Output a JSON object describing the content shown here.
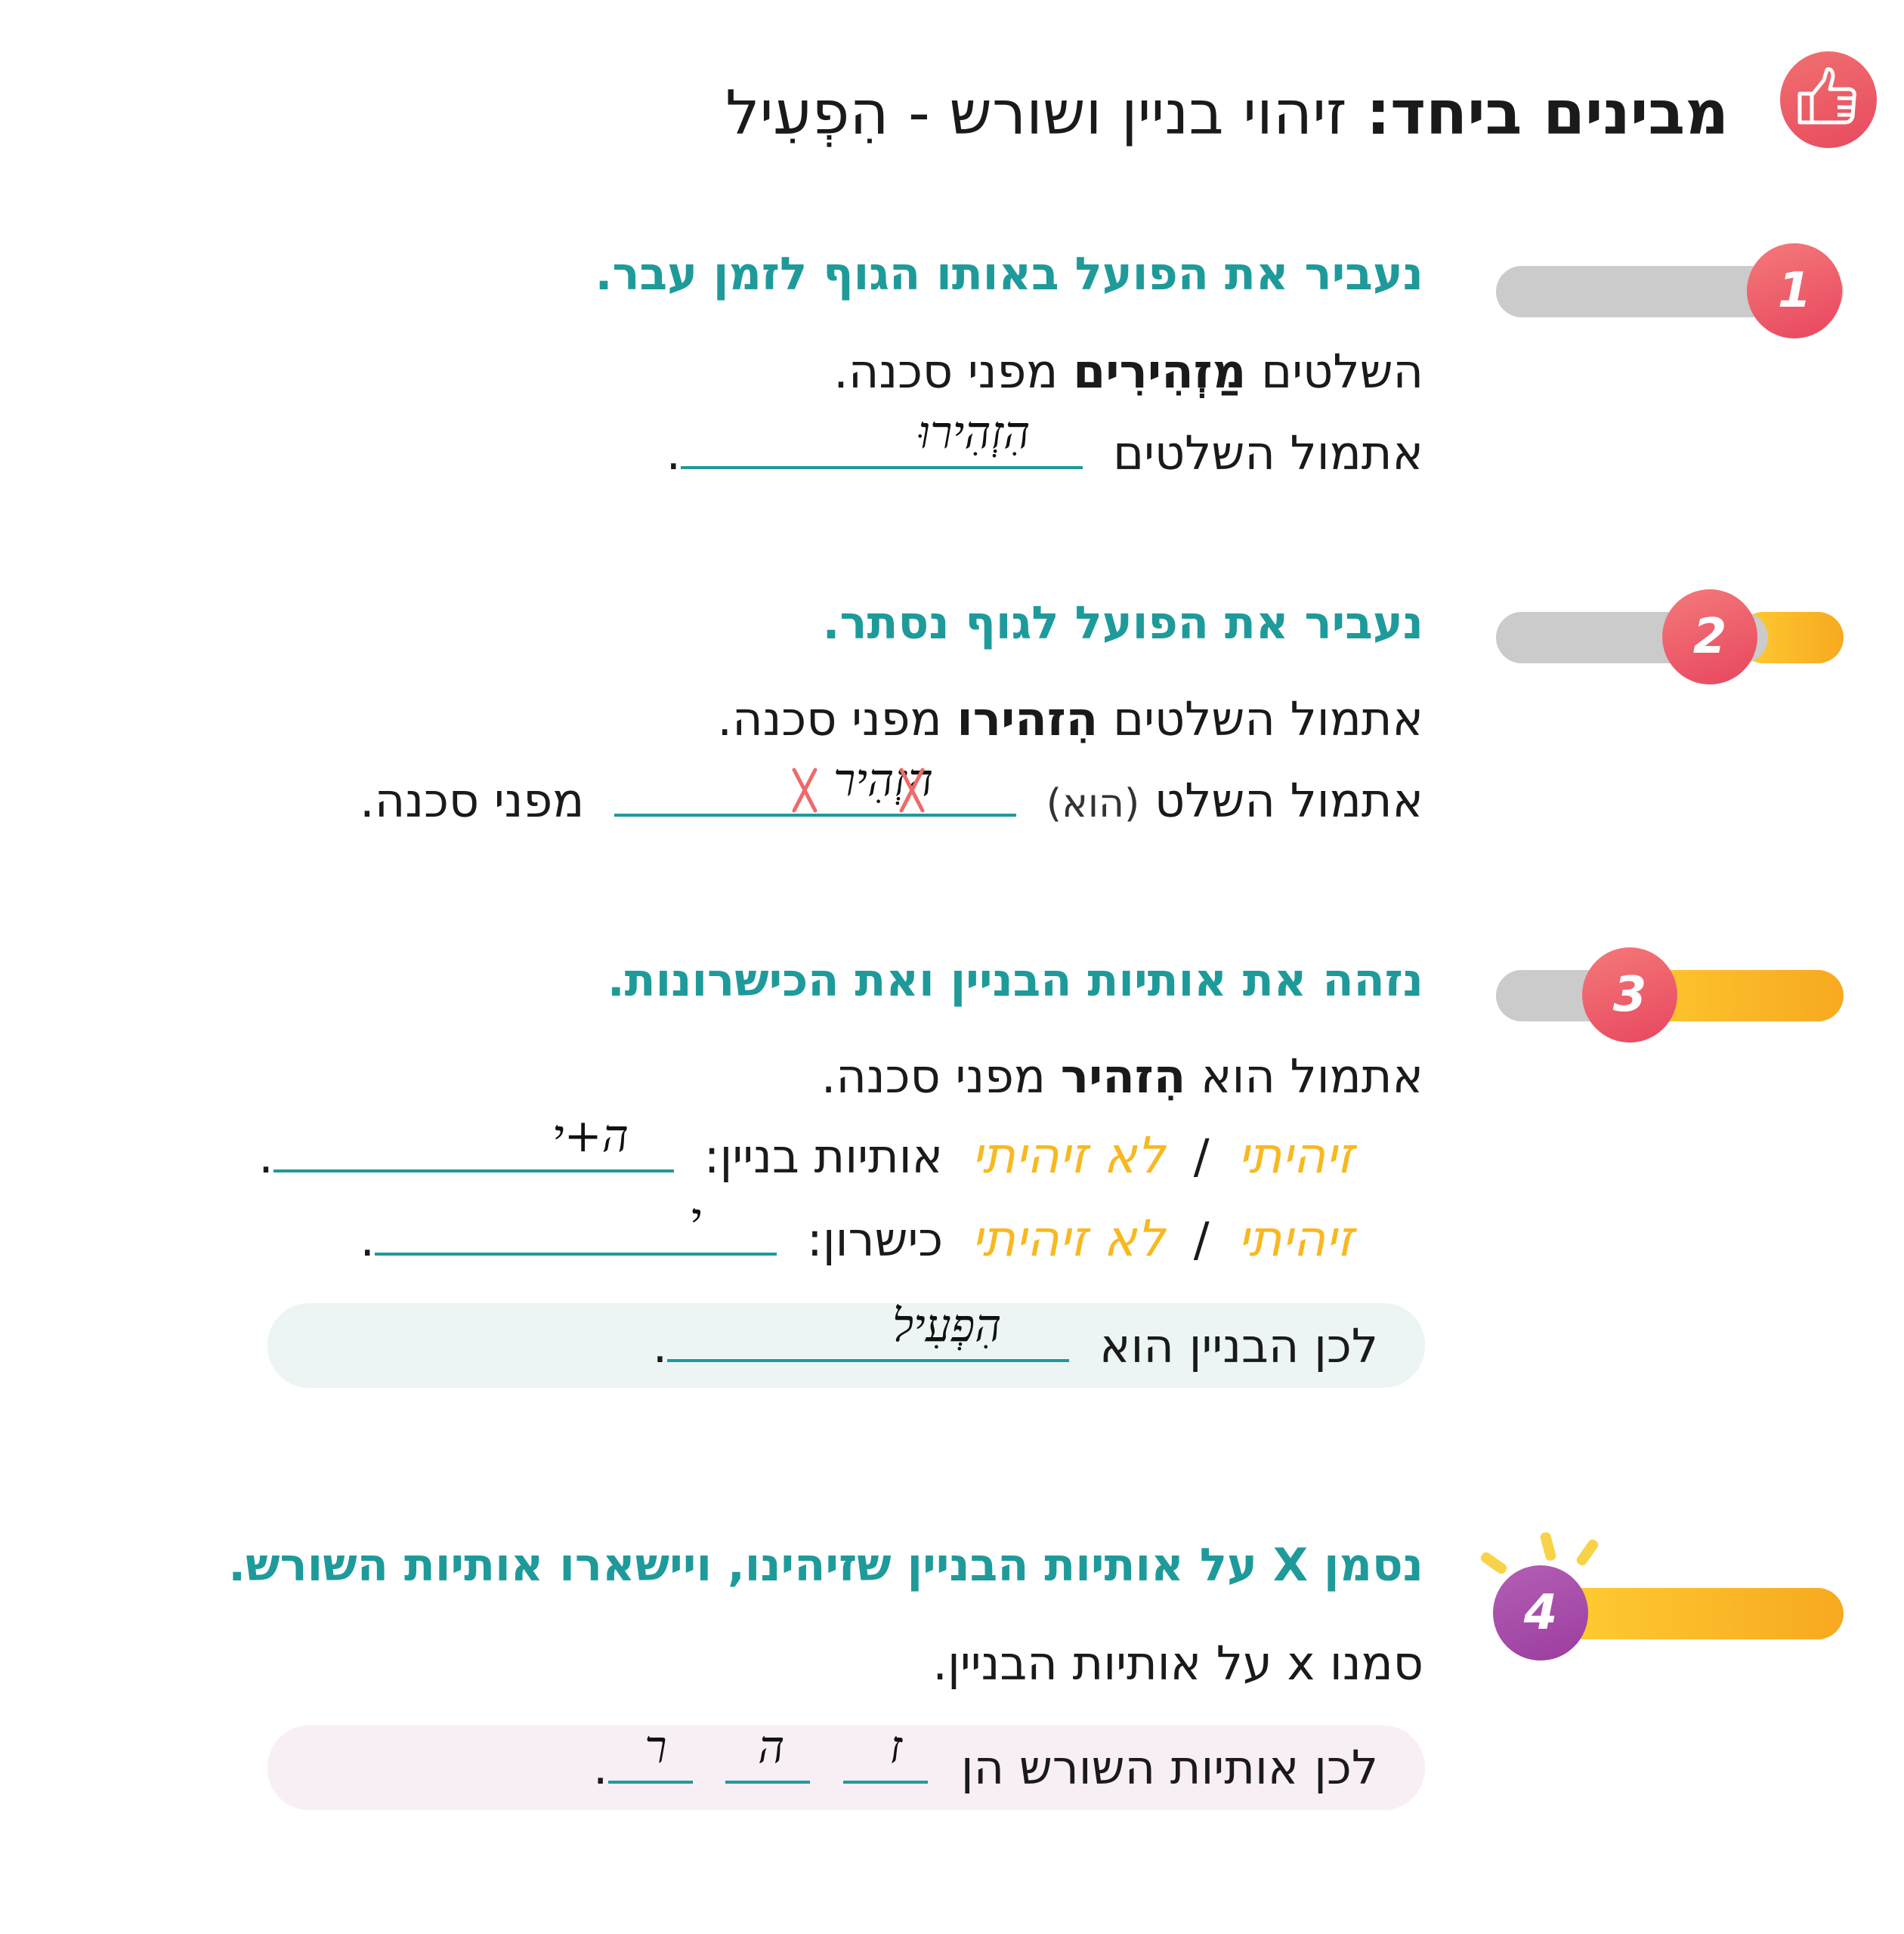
{
  "header": {
    "title_bold": "מבינים ביחד:",
    "title_rest": " זיהוי בניין ושורש - הִפְעִיל",
    "icon": "thumbs-up-icon"
  },
  "colors": {
    "teal": "#1f9a9a",
    "red": "#e84a5f",
    "orange": "#f7a91f",
    "purple": "#9b3d9f",
    "gray": "#cbcbcb"
  },
  "step1": {
    "number": "1",
    "heading": "נעביר את הפועל באותו הגוף לזמן עבר.",
    "sentence_pre": "השלטים ",
    "sentence_bold": "מַזְהִירִים",
    "sentence_post": " מפני סכנה.",
    "fill_label": "אתמול השלטים",
    "fill_answer": "הִזְהִירוּ",
    "end": "."
  },
  "step2": {
    "number": "2",
    "heading": "נעביר את הפועל לגוף נסתר.",
    "sentence_pre": "אתמול השלטים ",
    "sentence_bold": "הִזהירו",
    "sentence_post": " מפני סכנה.",
    "fill_label": "אתמול השלט",
    "fill_paren": "(הוא)",
    "fill_answer": "הִזְהִיר",
    "fill_end": "מפני סכנה."
  },
  "step3": {
    "number": "3",
    "heading": "נזהה את אותיות הבניין ואת הכישרונות.",
    "sentence_pre": "אתמול הוא ",
    "sentence_bold": "הִזהיר",
    "sentence_post": " מפני סכנה.",
    "opt_yes": "זיהיתי",
    "opt_sep": "/",
    "opt_no": "לא זיהיתי",
    "letters_label": "אותיות בניין:",
    "letters_answer": "ה+י",
    "talent_label": "כישרון:",
    "talent_answer": "י",
    "end": ".",
    "conclusion_label": "לכן הבניין הוא",
    "conclusion_answer": "הִפְעִיל"
  },
  "step4": {
    "number": "4",
    "heading": "נסמן X על אותיות הבניין שזיהינו, ויישארו אותיות השורש.",
    "instruction": "סמנו x על אותיות הבניין.",
    "conclusion_label": "לכן אותיות השורש הן",
    "root": [
      "ז",
      "ה",
      "ר"
    ],
    "end": "."
  }
}
